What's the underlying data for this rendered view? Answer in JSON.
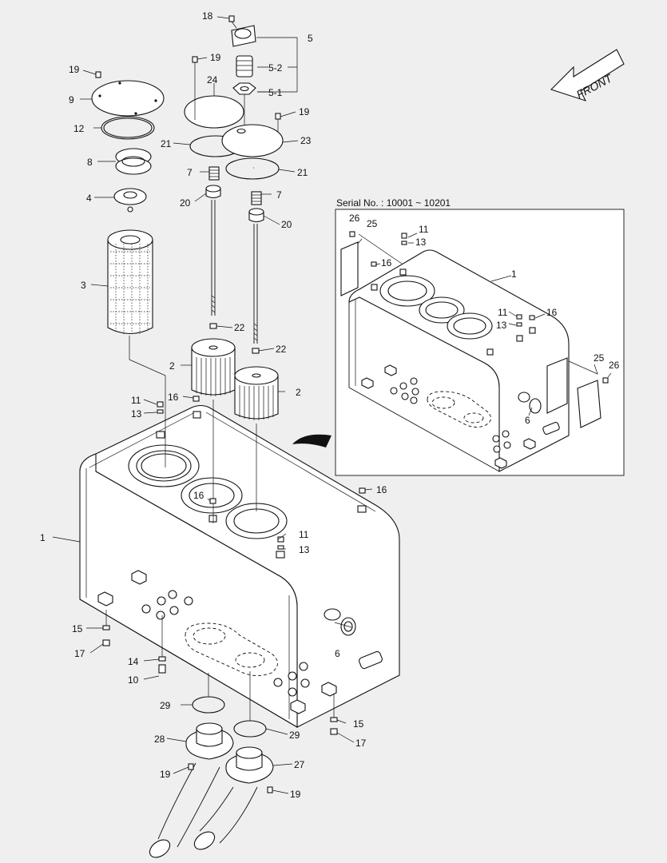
{
  "inset": {
    "serial_label": "Serial No. : 10001 ~ 10201"
  },
  "front_label": "FRONT",
  "callouts": {
    "c1": "1",
    "c2a": "2",
    "c2b": "2",
    "c3": "3",
    "c4": "4",
    "c5": "5",
    "c5_1": "5-1",
    "c5_2": "5-2",
    "c6": "6",
    "c7a": "7",
    "c7b": "7",
    "c8": "8",
    "c9": "9",
    "c10": "10",
    "c11": "11",
    "c11b": "11",
    "c12": "12",
    "c13": "13",
    "c13b": "13",
    "c14": "14",
    "c15a": "15",
    "c15b": "15",
    "c16a": "16",
    "c16b": "16",
    "c16c": "16",
    "c17a": "17",
    "c17b": "17",
    "c18": "18",
    "c19a": "19",
    "c19b": "19",
    "c19c": "19",
    "c19d": "19",
    "c19e": "19",
    "c20a": "20",
    "c20b": "20",
    "c21a": "21",
    "c21b": "21",
    "c22a": "22",
    "c22b": "22",
    "c23": "23",
    "c24": "24",
    "c27": "27",
    "c28": "28",
    "c29a": "29",
    "c29b": "29"
  },
  "inset_callouts": {
    "i1": "1",
    "i6": "6",
    "i11a": "11",
    "i11b": "11",
    "i13a": "13",
    "i13b": "13",
    "i16a": "16",
    "i16b": "16",
    "i25a": "25",
    "i25b": "25",
    "i26a": "26",
    "i26b": "26"
  }
}
